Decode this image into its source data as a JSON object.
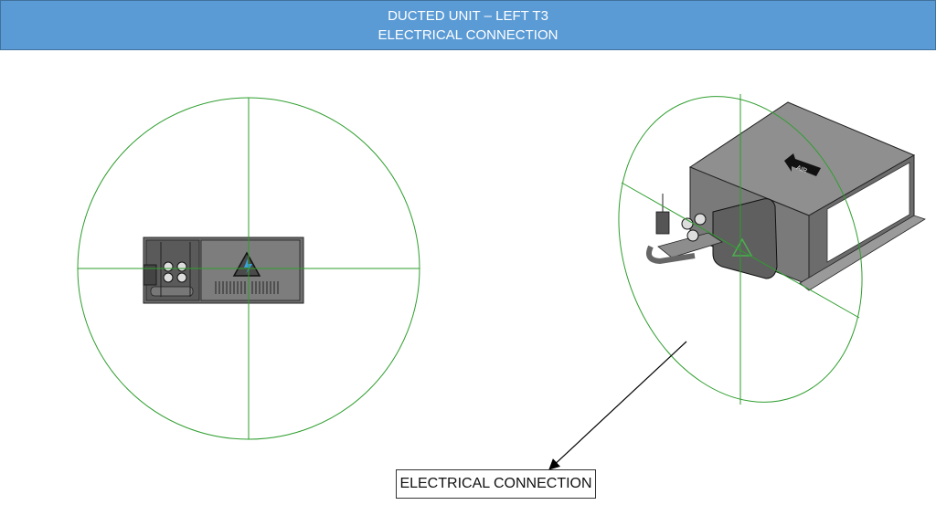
{
  "header": {
    "title_line1": "DUCTED UNIT – LEFT T3",
    "title_line2": "ELECTRICAL CONNECTION"
  },
  "iso_view": {
    "air_label": "AIR"
  },
  "callout": {
    "label": "ELECTRICAL CONNECTION"
  },
  "colors": {
    "header_bg": "#5b9bd5",
    "guide_circle": "#2e9e2e",
    "unit_body": "#8a8a8a",
    "unit_dark": "#3a3a3a"
  }
}
